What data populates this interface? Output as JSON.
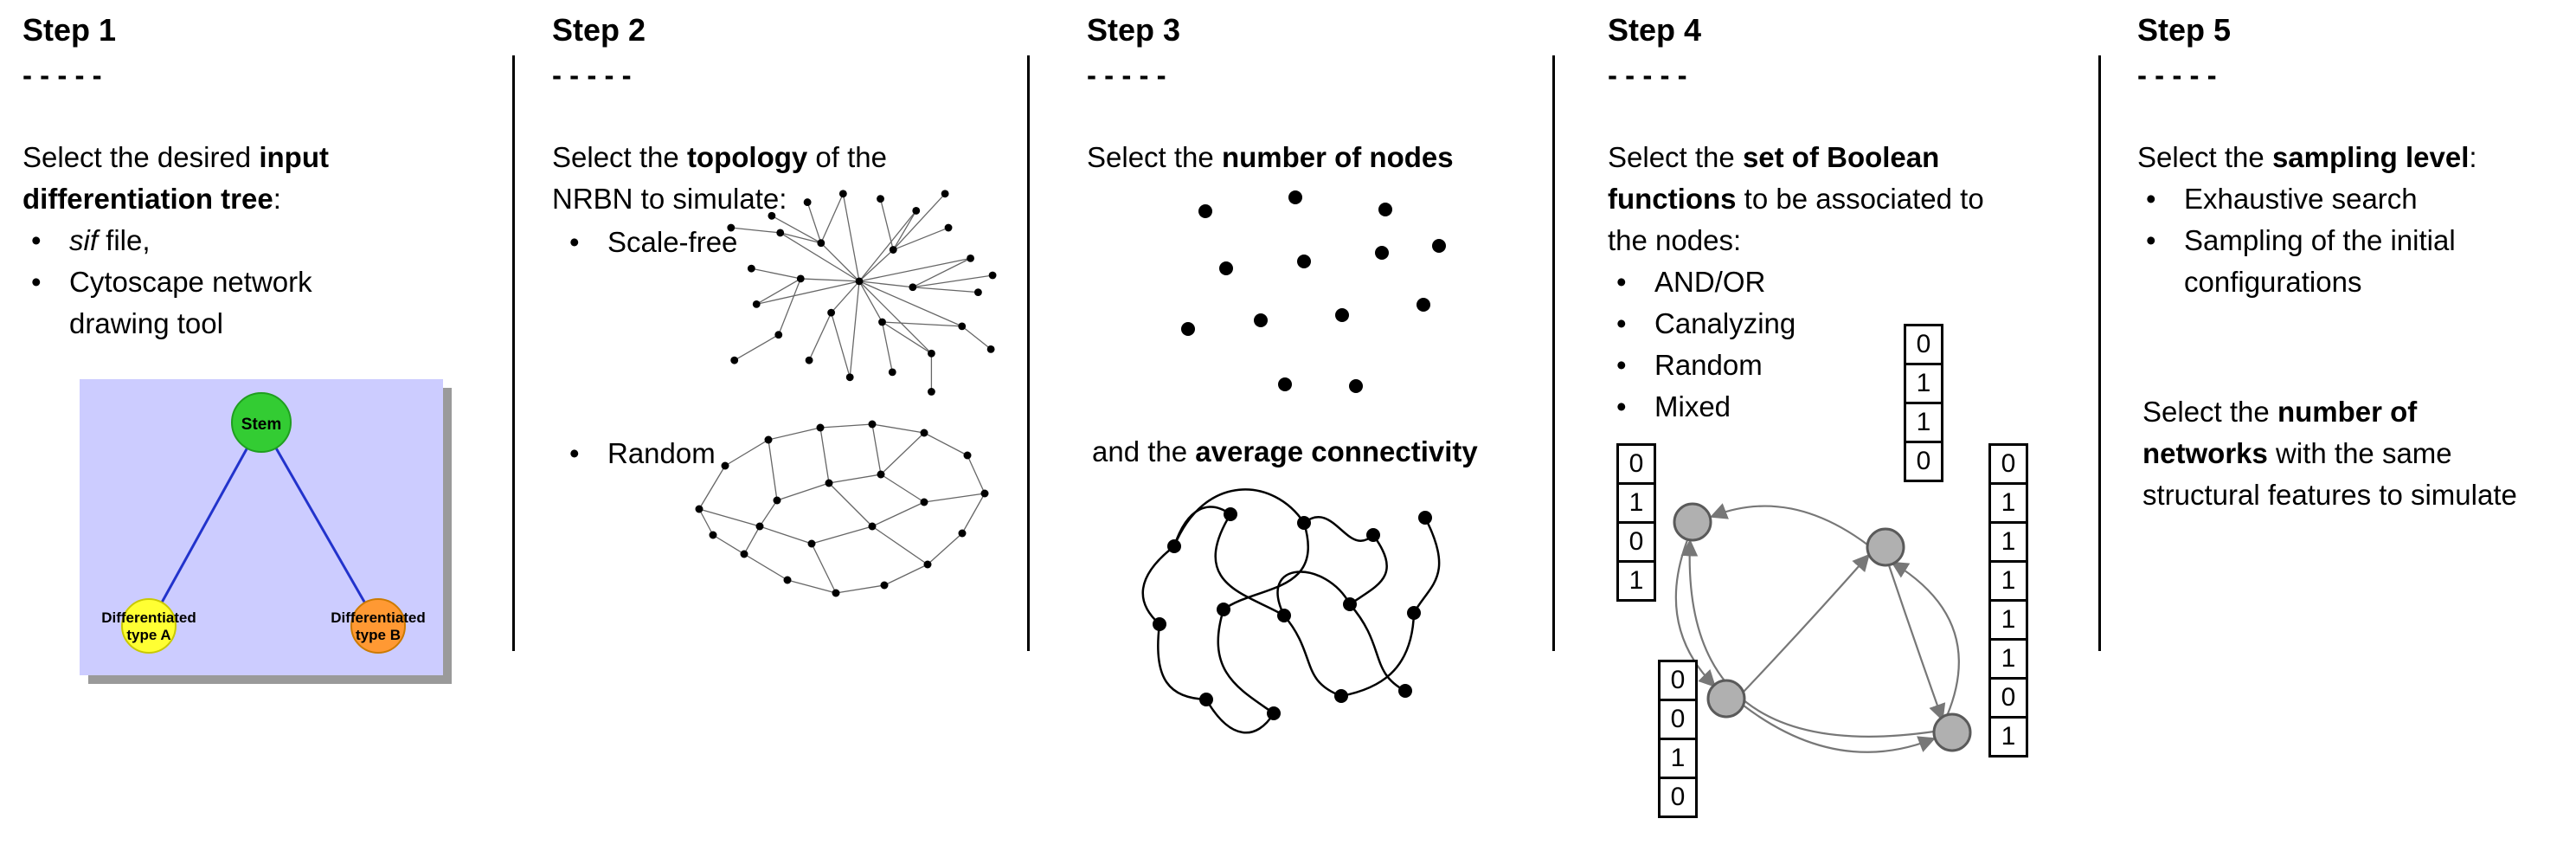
{
  "ui": {
    "bullet": "•"
  },
  "colors": {
    "divider": "#000000",
    "tree_background": "#ccccff",
    "tree_edge": "#2233cc",
    "stem_node": "#33cc33",
    "type_a_node": "#ffff33",
    "type_b_node": "#ff9933",
    "boolean_node_fill": "#b0b0b0",
    "network_edge": "#777777"
  },
  "illustrations": {
    "step1": "differentiation-tree",
    "step2_top": "scale-free-network",
    "step2_bottom": "random-network",
    "step3_top": "scattered-node-dots",
    "step3_bottom": "tangled-connectivity-network",
    "step4": "boolean-network-with-truth-tables"
  },
  "steps": [
    {
      "title": "Step 1",
      "dashes": "- - - - -",
      "intro": [
        {
          "text": "Select the desired "
        },
        {
          "text": "input differentiation tree",
          "bold": true
        },
        {
          "text": ":"
        }
      ],
      "bullets": [
        {
          "parts": [
            {
              "text": "sif",
              "italic": true
            },
            {
              "text": " file,"
            }
          ]
        },
        {
          "parts": [
            {
              "text": "Cytoscape network drawing tool"
            }
          ]
        }
      ],
      "tree": {
        "stem": "Stem",
        "type_a_line1": "Differentiated",
        "type_a_line2": "type A",
        "type_b_line1": "Differentiated",
        "type_b_line2": "type B"
      }
    },
    {
      "title": "Step 2",
      "dashes": "- - - - -",
      "intro": [
        {
          "text": "Select the "
        },
        {
          "text": "topology",
          "bold": true
        },
        {
          "text": " of the NRBN to simulate:"
        }
      ],
      "bullets": [
        {
          "label": "Scale-free"
        },
        {
          "label": "Random"
        }
      ]
    },
    {
      "title": "Step 3",
      "dashes": "- - - - -",
      "intro": [
        {
          "text": "Select the "
        },
        {
          "text": "number of nodes",
          "bold": true
        }
      ],
      "second": [
        {
          "text": "and the "
        },
        {
          "text": "average connectivity",
          "bold": true
        }
      ]
    },
    {
      "title": "Step 4",
      "dashes": "- - - - -",
      "intro": [
        {
          "text": "Select the "
        },
        {
          "text": "set of Boolean functions",
          "bold": true
        },
        {
          "text": " to be associated to the nodes:"
        }
      ],
      "bullets": [
        {
          "label": "AND/OR"
        },
        {
          "label": "Canalyzing"
        },
        {
          "label": "Random"
        },
        {
          "label": "Mixed"
        }
      ],
      "tables": {
        "top": [
          "0",
          "1",
          "1",
          "0"
        ],
        "left": [
          "0",
          "1",
          "0",
          "1"
        ],
        "bottom_left": [
          "0",
          "0",
          "1",
          "0"
        ],
        "right": [
          "0",
          "1",
          "1",
          "1",
          "1",
          "1",
          "0",
          "1"
        ]
      }
    },
    {
      "title": "Step 5",
      "dashes": "- - - - -",
      "intro": [
        {
          "text": "Select the "
        },
        {
          "text": "sampling level",
          "bold": true
        },
        {
          "text": ":"
        }
      ],
      "bullets": [
        {
          "label": "Exhaustive search"
        },
        {
          "label": "Sampling of the initial configurations"
        }
      ],
      "second": [
        {
          "text": "Select the "
        },
        {
          "text": "number of networks",
          "bold": true
        },
        {
          "text": " with the same structural features to simulate"
        }
      ]
    }
  ]
}
